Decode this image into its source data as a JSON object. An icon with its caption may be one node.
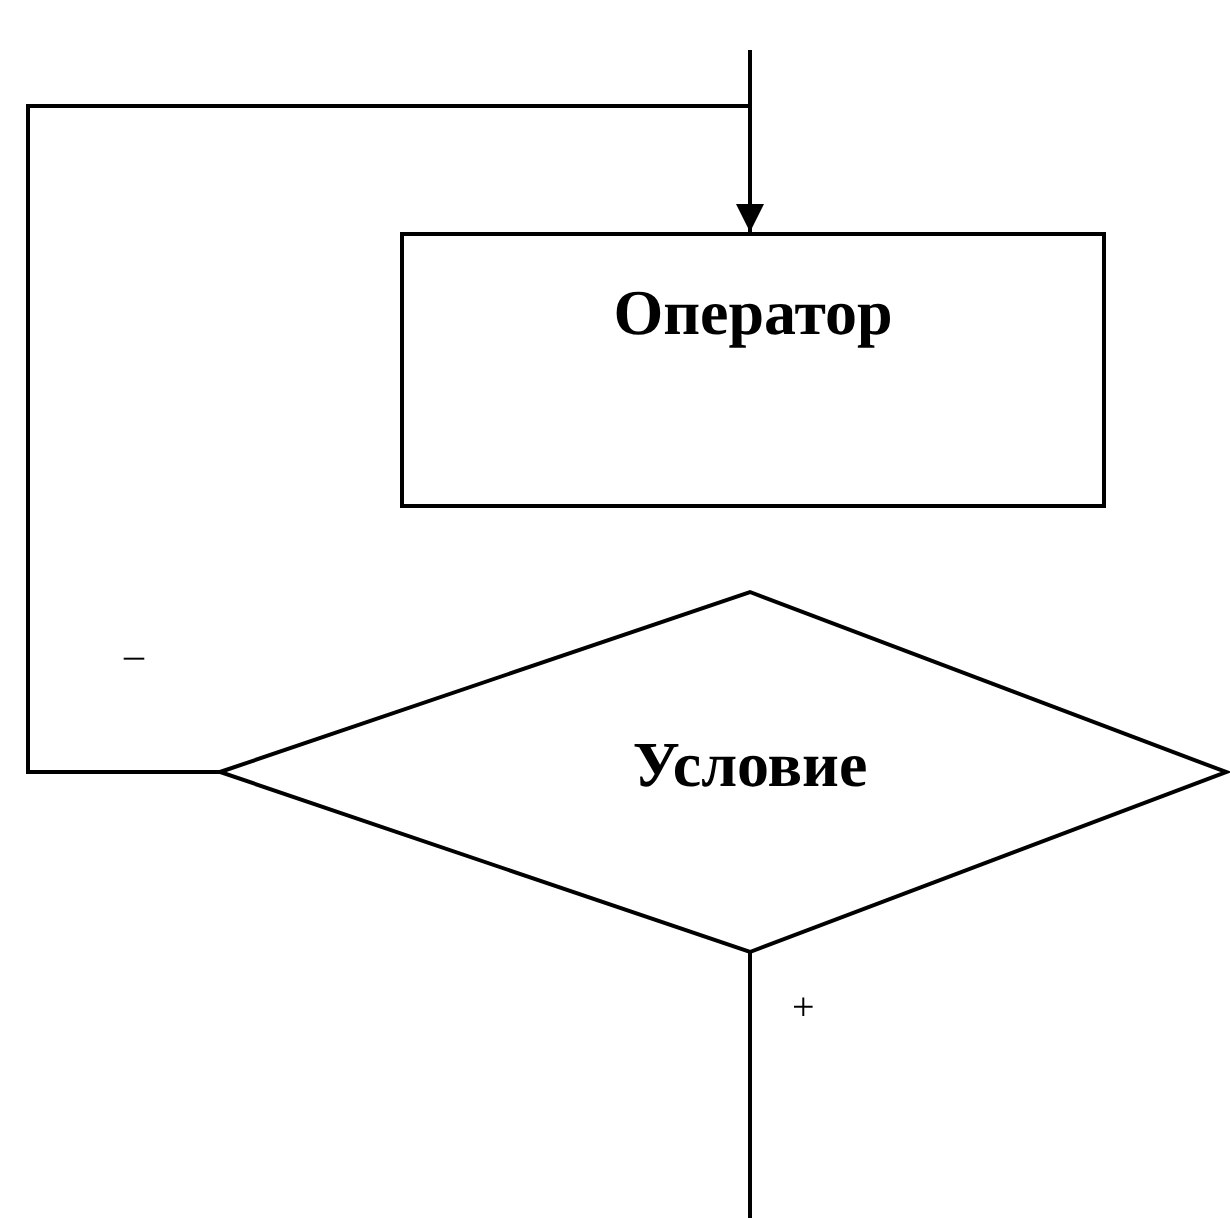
{
  "diagram": {
    "nodes": [
      {
        "text": [
          "Оператор"
        ]
      },
      {
        "text": [
          "Условие"
        ]
      }
    ],
    "edges": [
      {
        "from": null,
        "to": 0,
        "arrow": "none"
      },
      {
        "from": 1,
        "to": 0,
        "arrow": "to",
        "label": "–"
      },
      {
        "from": 1,
        "to": null,
        "arrow": "none",
        "label": "+"
      }
    ]
  }
}
